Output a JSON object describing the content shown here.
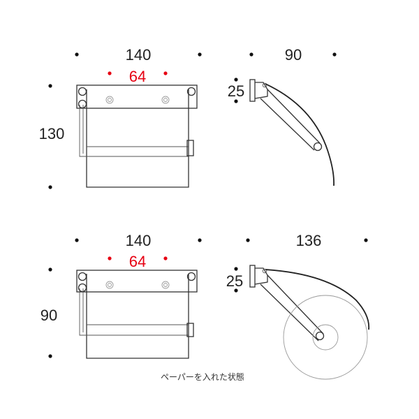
{
  "colors": {
    "line": "#333333",
    "accent": "#e60012",
    "marker": "#111111"
  },
  "top_view": {
    "front": {
      "width": "140",
      "hole_spacing": "64",
      "height": "130"
    },
    "side": {
      "depth": "90",
      "bracket": "25"
    }
  },
  "bottom_view": {
    "front": {
      "width": "140",
      "hole_spacing": "64",
      "height": "90"
    },
    "side": {
      "depth": "136",
      "bracket": "25"
    }
  },
  "caption": "ペーパーを入れた状態"
}
